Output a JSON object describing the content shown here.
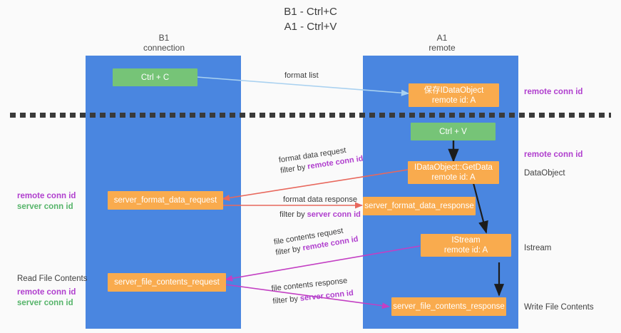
{
  "title": {
    "line1": "B1 - Ctrl+C",
    "line2": "A1 - Ctrl+V"
  },
  "columns": [
    {
      "name": "B1",
      "role": "connection"
    },
    {
      "name": "A1",
      "role": "remote"
    }
  ],
  "nodes": {
    "ctrl_c": {
      "label": "Ctrl + C",
      "color": "#76c477"
    },
    "ctrl_v": {
      "label": "Ctrl + V",
      "color": "#76c477"
    },
    "save_idataobject": {
      "line1": "保存IDataObject",
      "line2": "remote id: A",
      "color": "#f9ab4e"
    },
    "getdata": {
      "line1": "IDataObject::GetData",
      "line2": "remote id: A",
      "color": "#f9ab4e"
    },
    "istream": {
      "line1": "IStream",
      "line2": "remote id: A",
      "color": "#f9ab4e"
    },
    "server_format_data_request": {
      "label": "server_format_data_request",
      "color": "#f9ab4e"
    },
    "server_format_data_response": {
      "label": "server_format_data_response",
      "color": "#f9ab4e"
    },
    "server_file_contents_request": {
      "label": "server_file_contents_request",
      "color": "#f9ab4e"
    },
    "server_file_contents_response": {
      "label": "server_file_contents_response",
      "color": "#f9ab4e"
    }
  },
  "flows": {
    "format_list": {
      "label": "format list",
      "color": "#a9d1f0"
    },
    "format_data_request": {
      "label": "format data request",
      "filter_prefix": "filter by ",
      "filter_key": "remote conn id",
      "color": "#e8685d"
    },
    "format_data_response": {
      "label": "format data response",
      "filter_prefix": "filter by ",
      "filter_key": "server conn id",
      "color": "#e8685d"
    },
    "file_contents_request": {
      "label": "file contents request",
      "filter_prefix": "filter by ",
      "filter_key": "remote conn id",
      "color": "#c33fc3"
    },
    "file_contents_response": {
      "label": "file contents response",
      "filter_prefix": "filter by ",
      "filter_key": "server conn id",
      "color": "#c33fc3"
    }
  },
  "annotations": {
    "right_top_remote_conn_id": "remote conn id",
    "right_mid_remote_conn_id": "remote conn id",
    "right_dataobject": "DataObject",
    "right_istream": "Istream",
    "right_write_file_contents": "Write File Contents",
    "left_remote_conn_id_1": "remote conn id",
    "left_server_conn_id_1": "server conn id",
    "left_read_file_contents": "Read File Contents",
    "left_remote_conn_id_2": "remote conn id",
    "left_server_conn_id_2": "server conn id"
  },
  "colors": {
    "lane": "#4a86e0",
    "orange": "#f9ab4e",
    "green": "#76c477",
    "magenta": "#b03fce",
    "green_text": "#56b46a",
    "red_arrow": "#e8685d",
    "purple_arrow": "#c33fc3",
    "light_blue_arrow": "#a9d1f0",
    "divider": "#3a3a3a",
    "background": "#fafafa"
  }
}
